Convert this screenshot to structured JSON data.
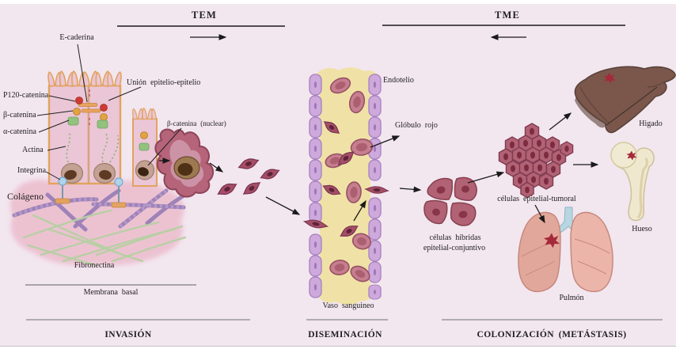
{
  "phases": {
    "tem": "TEM",
    "tme": "TME"
  },
  "sections": {
    "invasion": "INVASIÓN",
    "diseminacion": "DISEMINACIÓN",
    "colonizacion": "COLONIZACIÓN  (METÁSTASIS)"
  },
  "labels": {
    "e_caderina": "E-caderina",
    "union_epitelio": "Unión epitelio-epitelio",
    "p120_catenina": "P120-catenina",
    "beta_catenina": "β-catenina",
    "alfa_catenina": "α-catenina",
    "actina": "Actina",
    "integrina": "Integrina",
    "colageno": "Colágeno",
    "fibronectina": "Fibronectina",
    "membrana_basal": "Membrana basal",
    "beta_catenina_nuclear": "β-catenina (nuclear)",
    "endotelio": "Endotelio",
    "globulo_rojo": "Glóbulo rojo",
    "vaso_sanguineo": "Vaso sanguineo",
    "celulas_hibridas_1": "células híbridas",
    "celulas_hibridas_2": "epitelial-conjuntivo",
    "celulas_tumorales": "células epitelial-tumoral",
    "higado": "Higado",
    "hueso": "Hueso",
    "pulmon": "Pulmón"
  },
  "colors": {
    "background": "#f2e6ef",
    "epithelium_fill": "#eac6d6",
    "epithelium_border": "#e2a35f",
    "ecm_pink": "#ecc2d1",
    "collagen_purple": "#9e82b8",
    "fibronectin_green": "#b8cfa4",
    "vessel_wall_purple": "#cda9dc",
    "vessel_lumen_yellow": "#f0e2a6",
    "red_blood_cell": "#c67f8f",
    "mesenchymal_cell": "#a44f67",
    "tumor_cell": "#b26275",
    "liver_brown": "#7a564b",
    "bone_cream": "#efe8cf",
    "lung_pink": "#e6ab9f",
    "trachea_blue": "#b7d6e2",
    "metastasis_red": "#a5293a",
    "p120_red": "#cf3b33",
    "beta_catenin_orange": "#e2a340",
    "alpha_catenin_green": "#92c27e",
    "integrin_blue": "#aed4ec",
    "text": "#1e1e1e"
  }
}
